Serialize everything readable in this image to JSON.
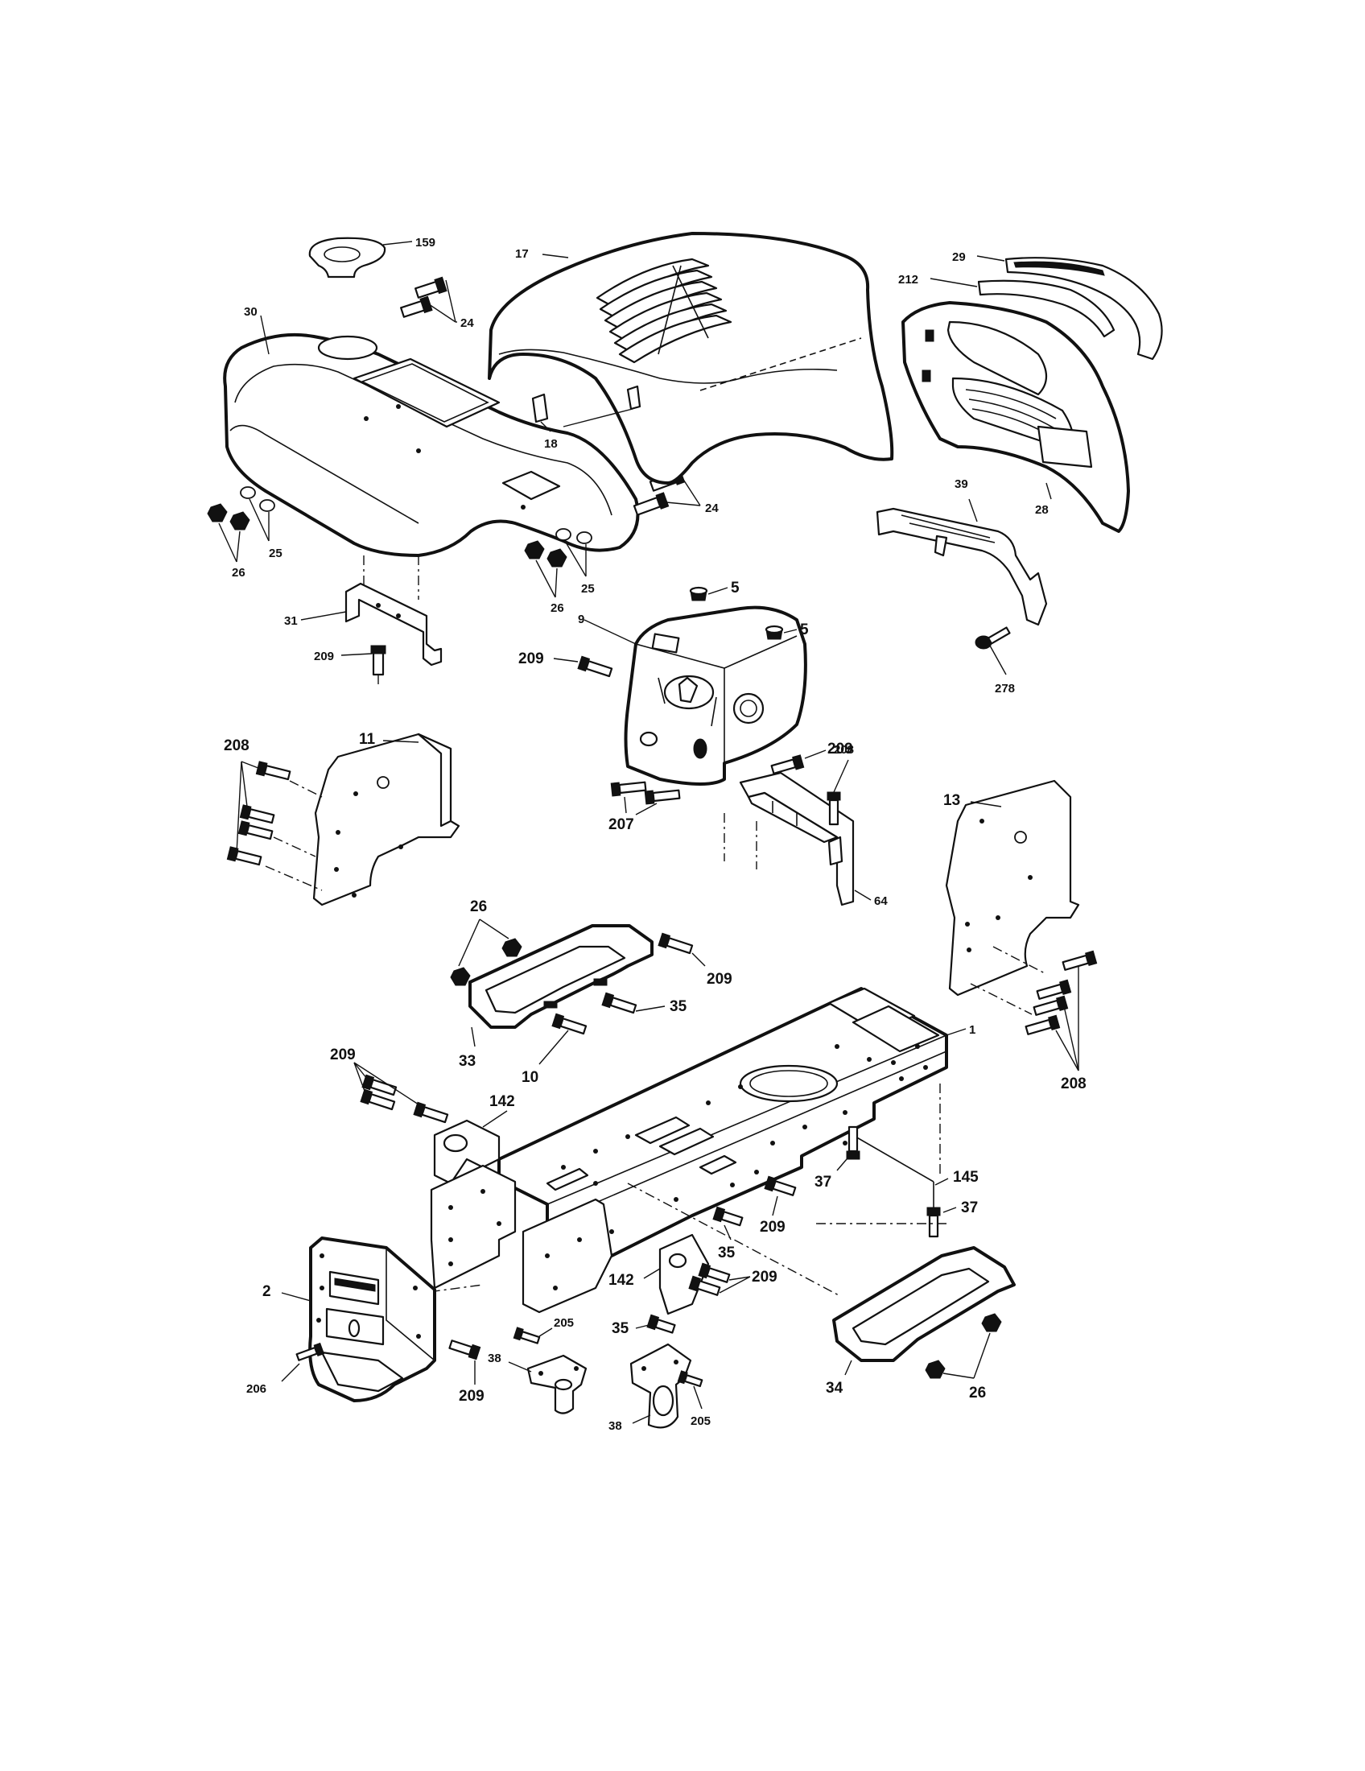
{
  "labels": {
    "p159": "159",
    "p30": "30",
    "p24a": "24",
    "p17": "17",
    "p18": "18",
    "p24b": "24",
    "p25a": "25",
    "p26a": "26",
    "p26b": "26",
    "p25b": "25",
    "p31": "31",
    "p209a": "209",
    "p29": "29",
    "p212": "212",
    "p28": "28",
    "p39": "39",
    "p278": "278",
    "p5a": "5",
    "p5b": "5",
    "p209b": "209",
    "p9": "9",
    "p209c": "209",
    "p208a": "208",
    "p207": "207",
    "p64": "64",
    "p208b": "208",
    "p11": "11",
    "p13": "13",
    "p26c": "26",
    "p209d": "209",
    "p35a": "35",
    "p33": "33",
    "p10": "10",
    "p209e": "209",
    "p142a": "142",
    "p1": "1",
    "p208c": "208",
    "p37a": "37",
    "p145": "145",
    "p37b": "37",
    "p209f": "209",
    "p35b": "35",
    "p142b": "142",
    "p209g": "209",
    "p2": "2",
    "p205a": "205",
    "p35c": "35",
    "p206": "206",
    "p209h": "209",
    "p38a": "38",
    "p38b": "38",
    "p205b": "205",
    "p34": "34",
    "p26d": "26"
  }
}
